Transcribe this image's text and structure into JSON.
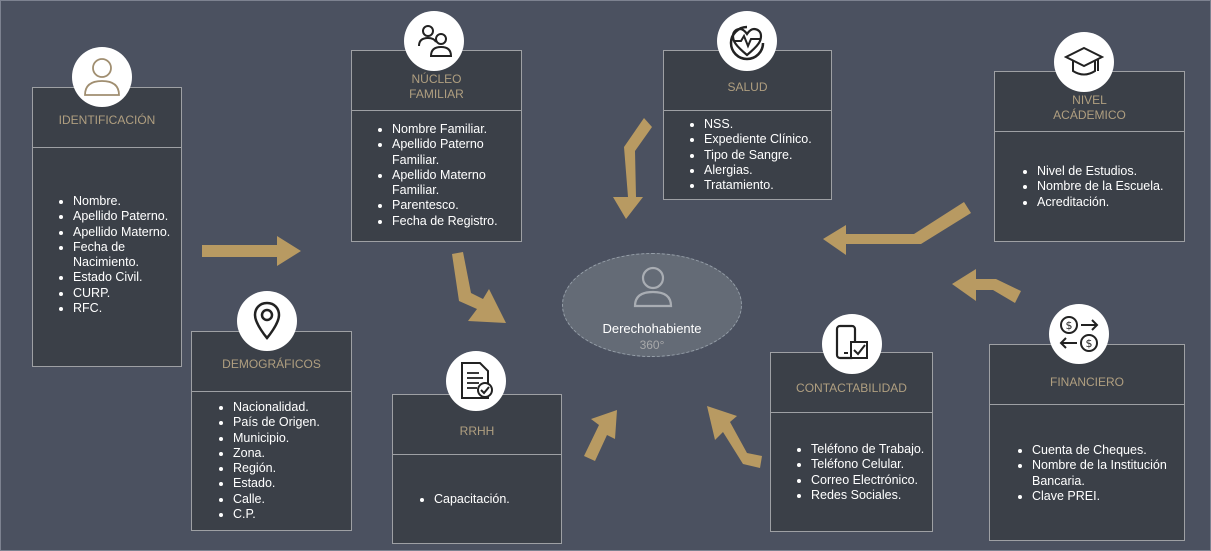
{
  "colors": {
    "background": "#4b5160",
    "card": "#3b4048",
    "card_border": "#9ea0a4",
    "header_text": "#b09f80",
    "arrow": "#b89a62",
    "hub": "#646b76"
  },
  "hub": {
    "title": "Derechohabiente",
    "subtitle": "360°",
    "icon": "person-icon"
  },
  "cards": {
    "identificacion": {
      "title": "IDENTIFICACIÓN",
      "icon": "person-icon",
      "items": [
        "Nombre.",
        "Apellido Paterno.",
        "Apellido Materno.",
        "Fecha de Nacimiento.",
        "Estado Civil.",
        "CURP.",
        "RFC."
      ]
    },
    "nucleo": {
      "title": "NÚCLEO\nFAMILIAR",
      "icon": "family-icon",
      "items": [
        "Nombre Familiar.",
        "Apellido Paterno Familiar.",
        "Apellido Materno Familiar.",
        "Parentesco.",
        "Fecha de Registro."
      ]
    },
    "salud": {
      "title": "SALUD",
      "icon": "heartbeat-icon",
      "items": [
        "NSS.",
        "Expediente Clínico.",
        "Tipo de Sangre.",
        "Alergias.",
        "Tratamiento."
      ]
    },
    "nivel": {
      "title": "NIVEL\nACÁDEMICO",
      "icon": "graduation-cap-icon",
      "items": [
        "Nivel de Estudios.",
        "Nombre de la Escuela.",
        "Acreditación."
      ]
    },
    "demograficos": {
      "title": "DEMOGRÁFICOS",
      "icon": "location-pin-icon",
      "items": [
        "Nacionalidad.",
        "País de Origen.",
        "Municipio.",
        "Zona.",
        "Región.",
        "Estado.",
        "Calle.",
        "C.P."
      ]
    },
    "rrhh": {
      "title": "RRHH",
      "icon": "document-check-icon",
      "items": [
        "Capacitación."
      ]
    },
    "contactabilidad": {
      "title": "CONTACTABILIDAD",
      "icon": "phone-check-icon",
      "items": [
        "Teléfono de Trabajo.",
        "Teléfono Celular.",
        "Correo Electrónico.",
        "Redes Sociales."
      ]
    },
    "financiero": {
      "title": "FINANCIERO",
      "icon": "money-exchange-icon",
      "items": [
        "Cuenta de Cheques.",
        "Nombre de la Institución Bancaria.",
        "Clave PREI."
      ]
    }
  }
}
